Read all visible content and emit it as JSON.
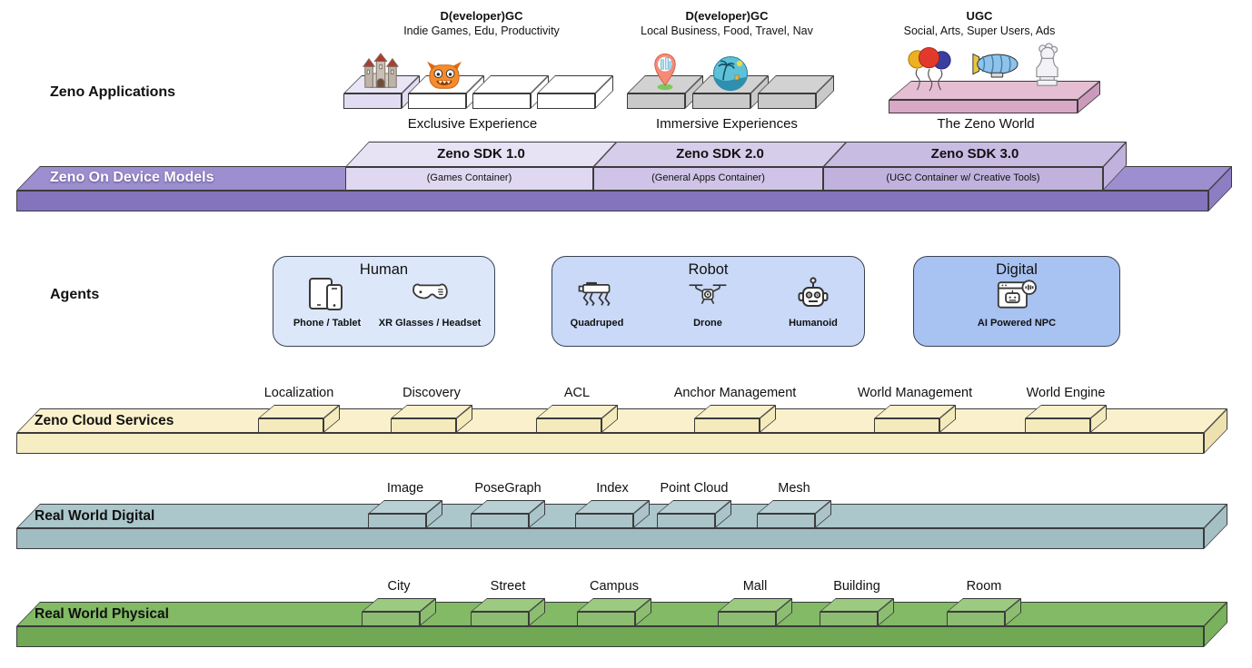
{
  "section_labels": {
    "applications": "Zeno Applications",
    "agents": "Agents"
  },
  "app_columns": [
    {
      "header": "D(eveloper)GC",
      "subheader": "Indie Games, Edu, Productivity",
      "caption": "Exclusive Experience",
      "platform_icons": [
        "castle-icon",
        "monster-icon",
        null,
        null
      ]
    },
    {
      "header": "D(eveloper)GC",
      "subheader": "Local Business, Food, Travel, Nav",
      "caption": "Immersive Experiences",
      "platform_icons": [
        "map-pin-icon",
        "travel-globe-icon",
        null
      ]
    },
    {
      "header": "UGC",
      "subheader": "Social, Arts, Super Users, Ads",
      "caption": "The Zeno World",
      "platform_icons": [
        "balloons-icon",
        "blimp-icon",
        "statue-icon"
      ]
    }
  ],
  "device_layer": {
    "label": "Zeno On Device Models",
    "sdks": [
      {
        "name": "Zeno SDK 1.0",
        "container": "(Games Container)"
      },
      {
        "name": "Zeno SDK 2.0",
        "container": "(General Apps Container)"
      },
      {
        "name": "Zeno SDK 3.0",
        "container": "(UGC Container w/ Creative Tools)"
      }
    ]
  },
  "agents": {
    "label": "Agents",
    "groups": [
      {
        "title": "Human",
        "items": [
          {
            "icon": "tablet-phone-icon",
            "label": "Phone / Tablet"
          },
          {
            "icon": "xr-glasses-icon",
            "label": "XR Glasses / Headset"
          }
        ]
      },
      {
        "title": "Robot",
        "items": [
          {
            "icon": "quadruped-icon",
            "label": "Quadruped"
          },
          {
            "icon": "drone-icon",
            "label": "Drone"
          },
          {
            "icon": "humanoid-icon",
            "label": "Humanoid"
          }
        ]
      },
      {
        "title": "Digital",
        "items": [
          {
            "icon": "ai-npc-icon",
            "label": "AI Powered NPC"
          }
        ]
      }
    ]
  },
  "service_layers": [
    {
      "label": "Zeno Cloud Services",
      "items": [
        "Localization",
        "Discovery",
        "ACL",
        "Anchor Management",
        "World Management",
        "World Engine"
      ],
      "colors": {
        "top": "#faf1cc",
        "front": "#f7edc2",
        "side": "#eee1b0",
        "plat_top": "#f9efc9",
        "plat_front": "#f5eabb"
      }
    },
    {
      "label": "Real World Digital",
      "items": [
        "Image",
        "PoseGraph",
        "Index",
        "Point Cloud",
        "Mesh"
      ],
      "colors": {
        "top": "#abc7cb",
        "front": "#9fbdc2",
        "side": "#a4c0c4",
        "plat_top": "#b8cfd3",
        "plat_front": "#aac4c9"
      }
    },
    {
      "label": "Real World Physical",
      "items": [
        "City",
        "Street",
        "Campus",
        "Mall",
        "Building",
        "Room"
      ],
      "colors": {
        "top": "#82ba65",
        "front": "#70a854",
        "side": "#79b15c",
        "plat_top": "#9cca81",
        "plat_front": "#8cbd70"
      }
    }
  ],
  "colors": {
    "device_bar_top": "#9c8ecf",
    "device_bar_front": "#8374bd",
    "device_bar_side": "#8d7ec3",
    "sdk_tops": [
      "#e7e2f4",
      "#d6cdeb",
      "#c9bce3"
    ],
    "sdk_fronts": [
      "#dfd8f0",
      "#cfc4e7",
      "#c0b2dd"
    ],
    "pink_top": "#e5bed4",
    "pink_front": "#d8a9c6",
    "pink_side": "#cb99ba",
    "gray_plat_top": "#d2d2d2",
    "gray_plat_front": "#c9c9c9",
    "white_plat": "#ffffff",
    "lavender_plat_top": "#e9e5f6",
    "lavender_plat_front": "#e1dcf1",
    "human_box": "#dce7fa",
    "robot_box": "#c9d9f7",
    "digital_box": "#a8c2f1",
    "box_border": "#3a4252",
    "outline": "#3b3b3b"
  }
}
